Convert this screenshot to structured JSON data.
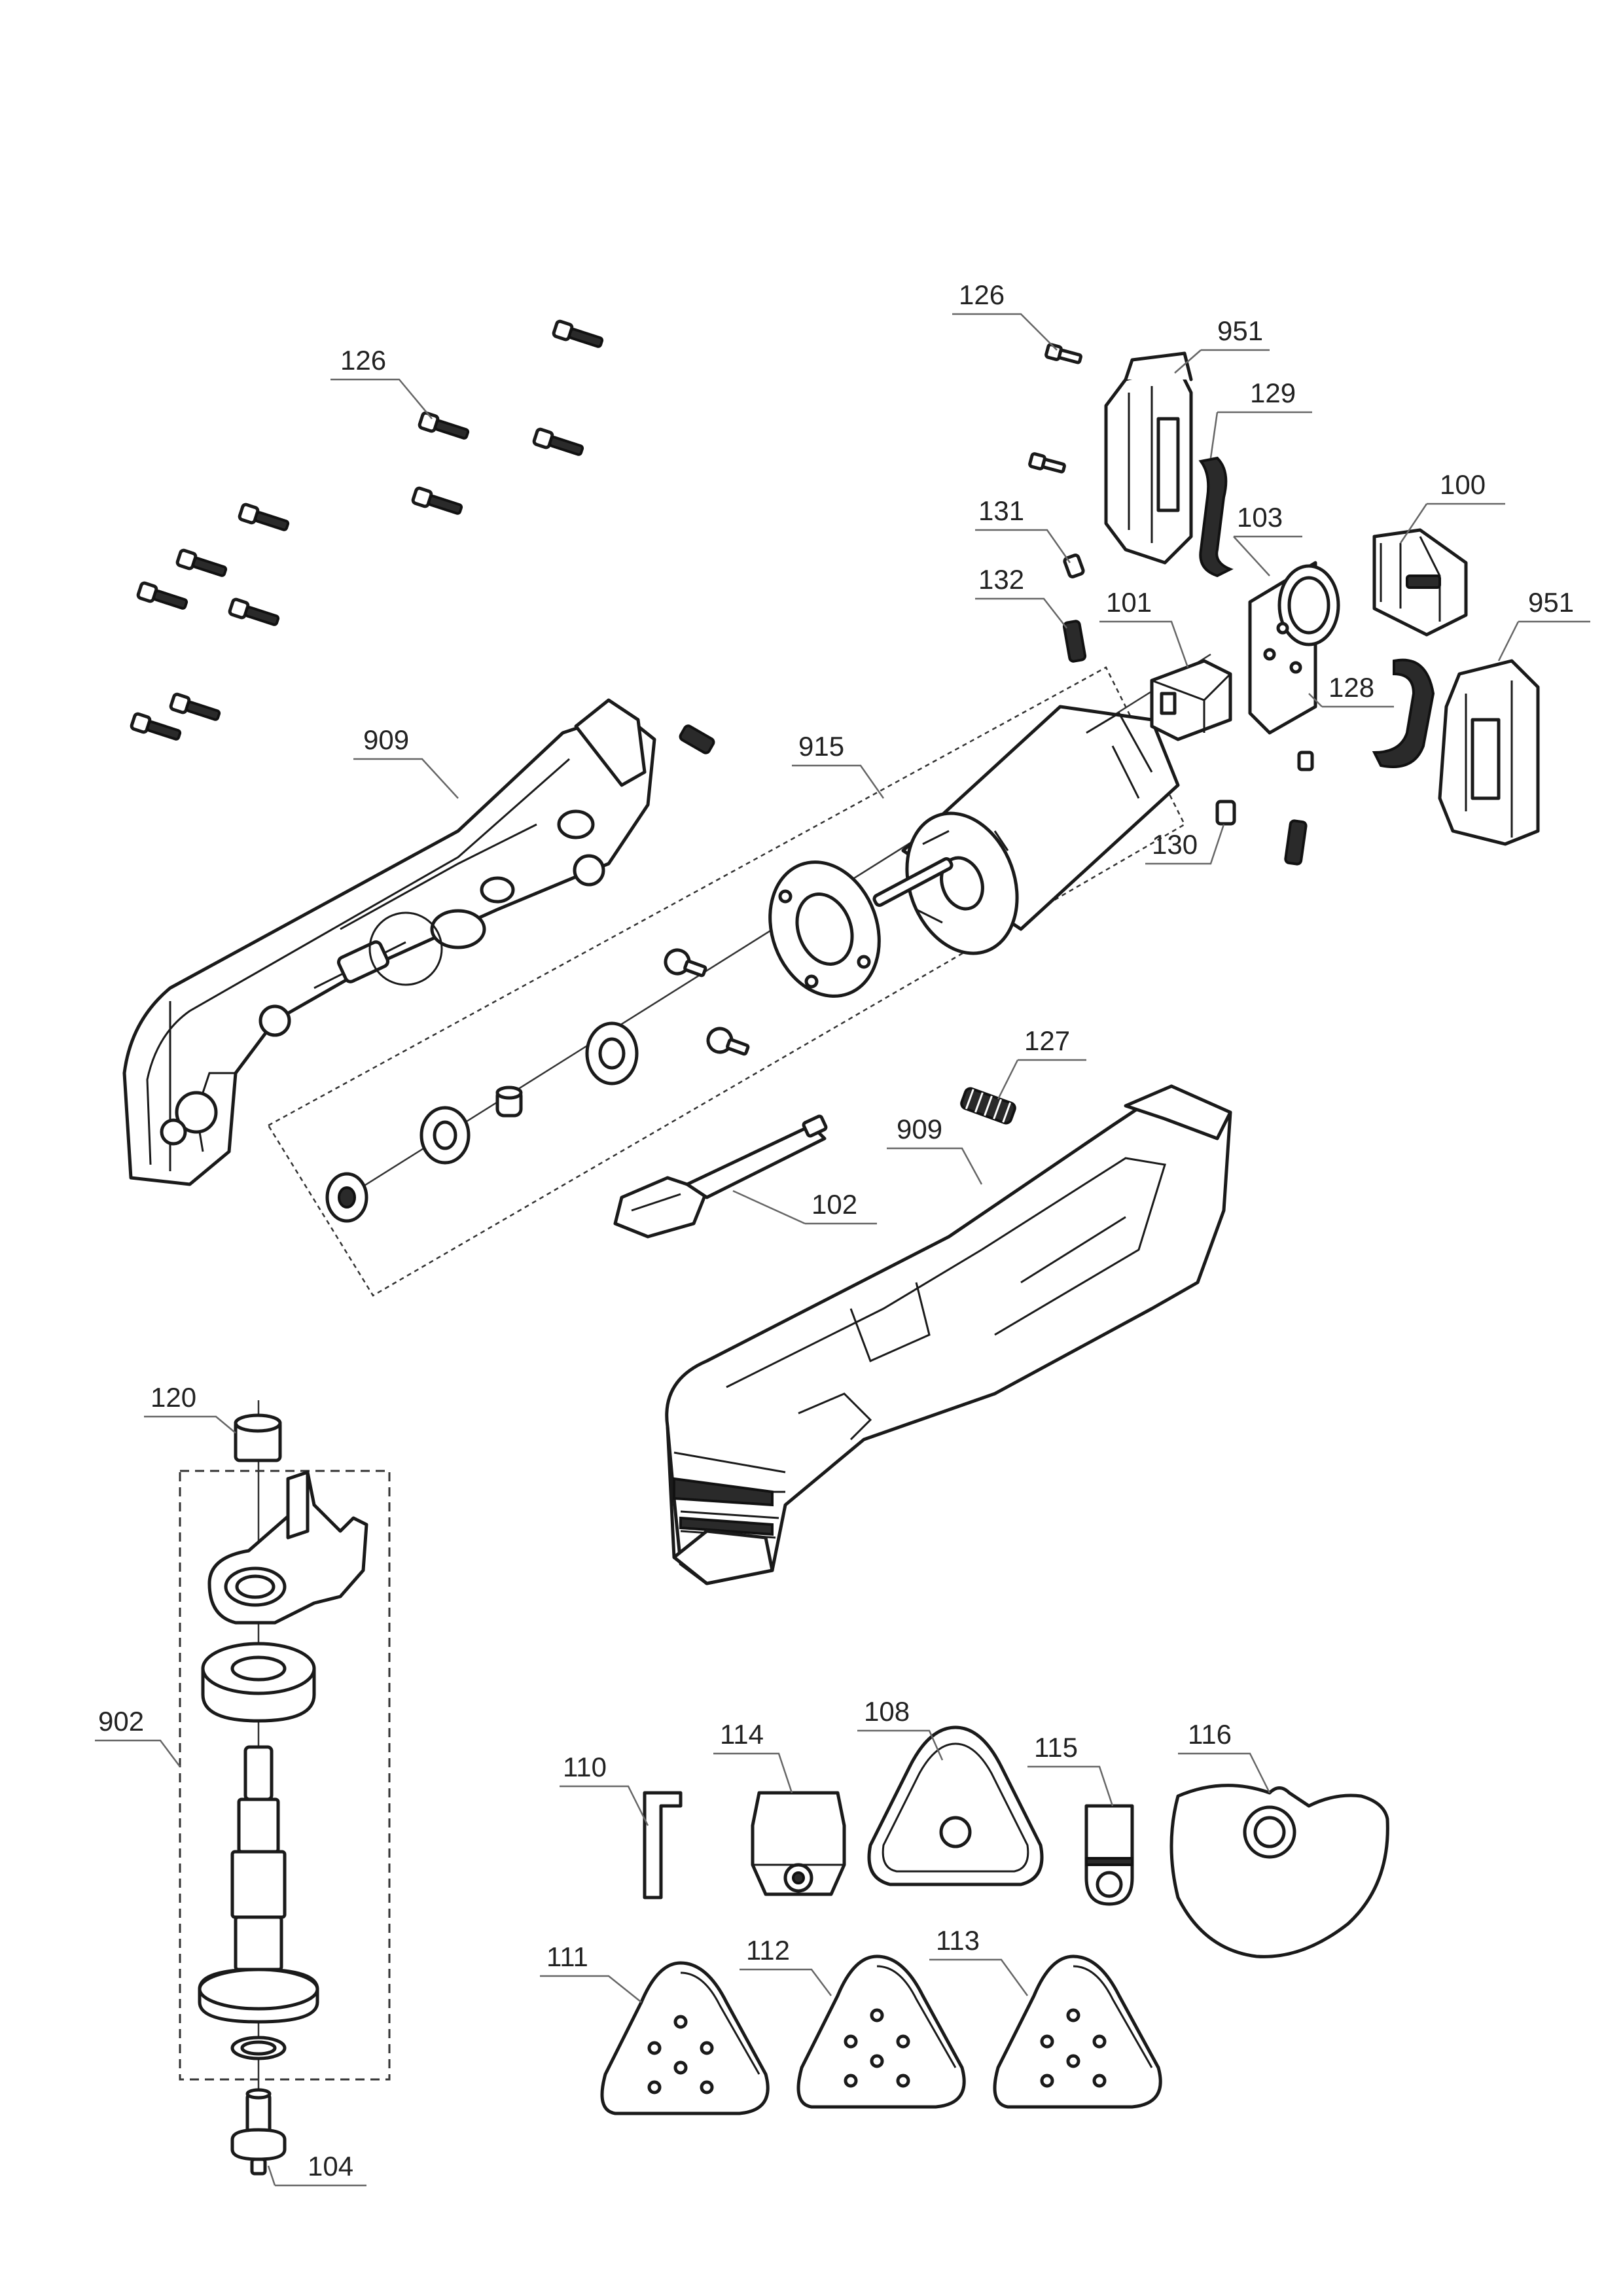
{
  "labels": {
    "l126a": "126",
    "l126b": "126",
    "l951a": "951",
    "l129": "129",
    "l131": "131",
    "l103": "103",
    "l100": "100",
    "l132": "132",
    "l101": "101",
    "l951b": "951",
    "l128": "128",
    "l909a": "909",
    "l915": "915",
    "l130": "130",
    "l127": "127",
    "l909b": "909",
    "l102": "102",
    "l120": "120",
    "l902": "902",
    "l104": "104",
    "l114": "114",
    "l108": "108",
    "l115": "115",
    "l116": "116",
    "l110": "110",
    "l111": "111",
    "l112": "112",
    "l113": "113"
  }
}
